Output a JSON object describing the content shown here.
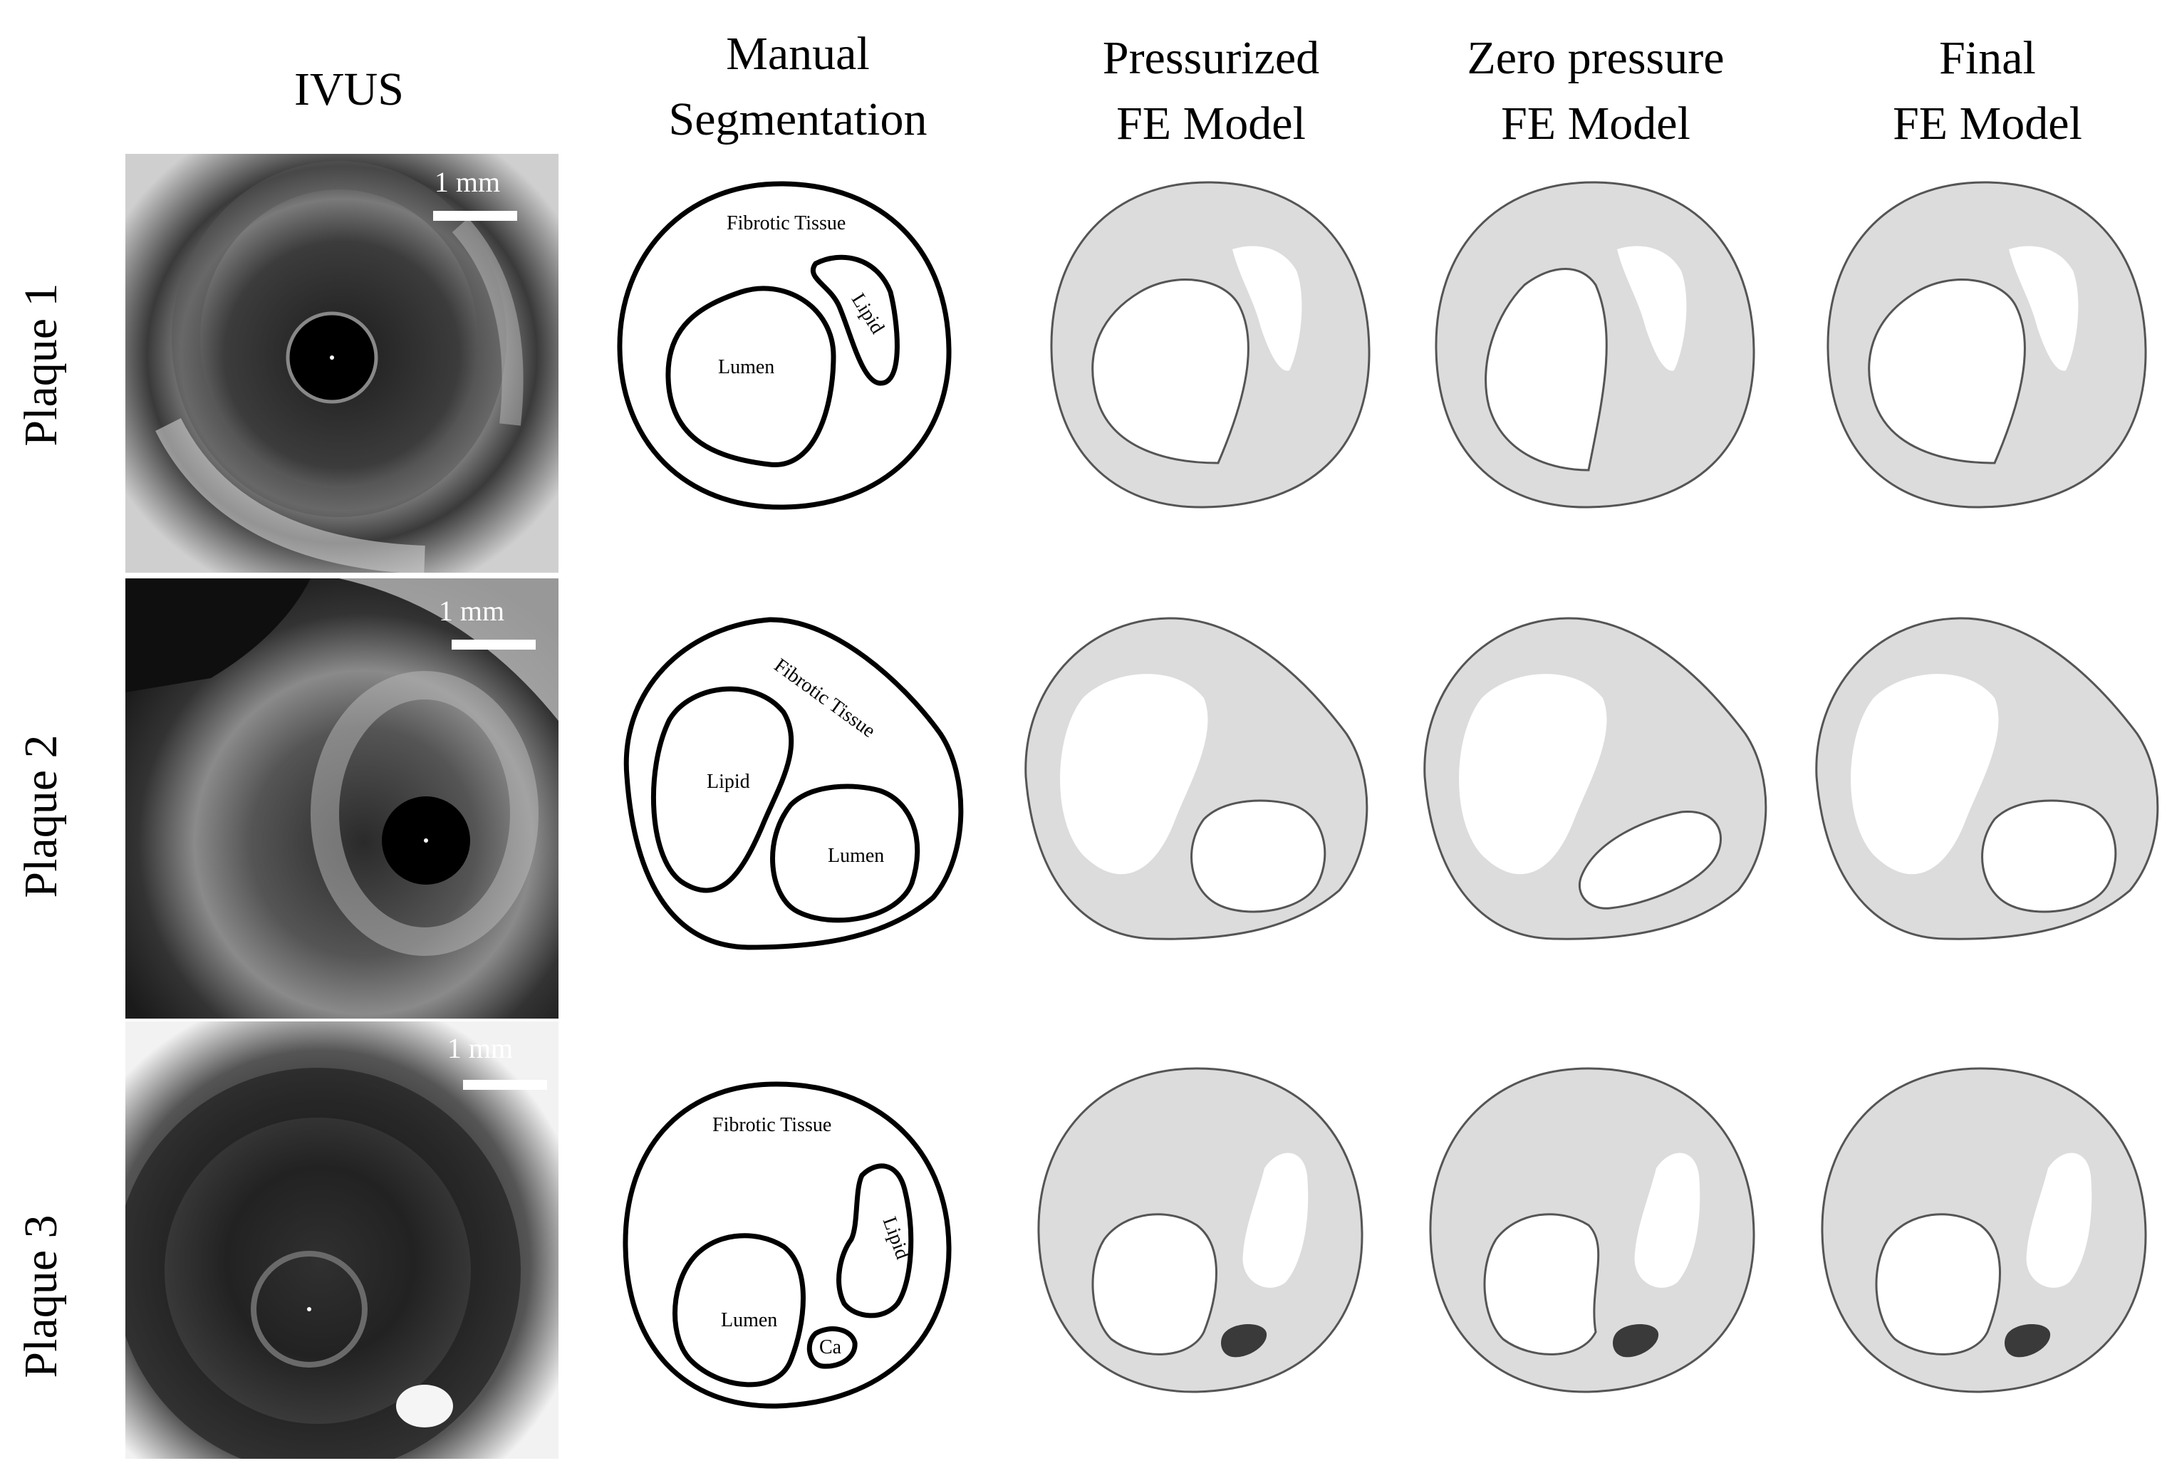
{
  "columns": {
    "ivus": [
      "IVUS"
    ],
    "manual": [
      "Manual",
      "Segmentation"
    ],
    "pressurized": [
      "Pressurized",
      "FE Model"
    ],
    "zero": [
      "Zero pressure",
      "FE Model"
    ],
    "final": [
      "Final",
      "FE Model"
    ]
  },
  "rows": [
    "Plaque 1",
    "Plaque 2",
    "Plaque 3"
  ],
  "scale_label": "1 mm",
  "segmentation_labels": {
    "fibrotic": "Fibrotic Tissue",
    "lumen": "Lumen",
    "lipid": "Lipid",
    "calcium": "Ca"
  },
  "colors": {
    "tissue_fill": "#dcdcdc",
    "outline": "#555555",
    "calcium_fill": "#3a3a3a",
    "ivus_background": "#2a2a2a"
  }
}
